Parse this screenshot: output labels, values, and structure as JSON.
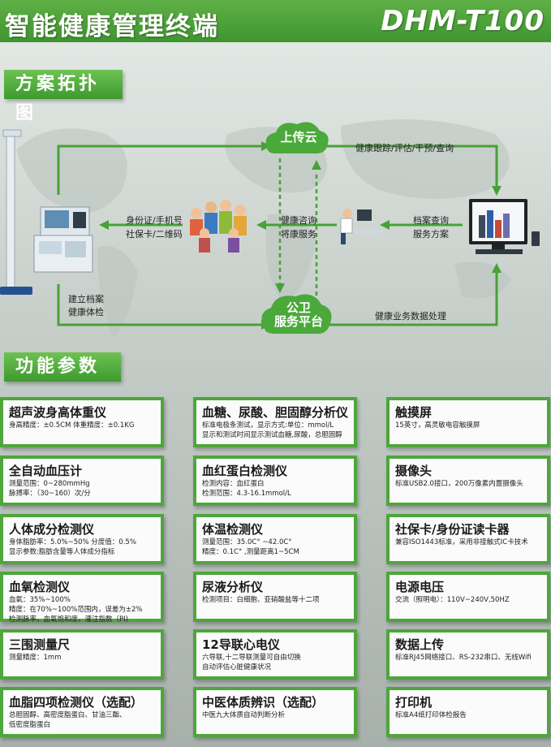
{
  "header": {
    "title": "智能健康管理终端",
    "model": "DHM-T100"
  },
  "section1": {
    "title": "方案拓扑图"
  },
  "section2": {
    "title": "功能参数"
  },
  "topology": {
    "cloud_upload": "上传云",
    "cloud_public_line1": "公卫",
    "cloud_public_line2": "服务平台",
    "label_tracking": "健康跟踪/评估/干预/查询",
    "label_id_line1": "身份证/手机号",
    "label_id_line2": "社保卡/二维码",
    "label_consult_line1": "健康咨询",
    "label_consult_line2": "将康服务",
    "label_archive_line1": "档案查询",
    "label_archive_line2": "服务方案",
    "label_checkup_line1": "建立档案",
    "label_checkup_line2": "健康体检",
    "label_business": "健康业务数据处理"
  },
  "cards": [
    {
      "title": "超声波身高体重仪",
      "lines": [
        "身高精度：±0.5CM 体重精度：±0.1KG"
      ]
    },
    {
      "title": "血糖、尿酸、胆固醇分析仪",
      "lines": [
        "标准电极条测试，显示方式:单位：mmol/L",
        "显示和测试时间显示测试血糖,尿酸，总胆固醇"
      ]
    },
    {
      "title": "触摸屏",
      "lines": [
        "15英寸，高灵敏电容触摸屏"
      ]
    },
    {
      "title": "全自动血压计",
      "lines": [
        "测量范围：0~280mmHg",
        "脉搏率：（30~160）次/分"
      ]
    },
    {
      "title": "血红蛋白检测仪",
      "lines": [
        "检测内容：血红蛋白",
        "检测范围：4.3-16.1mmol/L"
      ]
    },
    {
      "title": "摄像头",
      "lines": [
        "标准USB2.0接口，200万像素内置摄像头"
      ]
    },
    {
      "title": "人体成分检测仪",
      "lines": [
        "身体脂肪率：5.0%~50% 分度值：0.5%",
        "显示参数:脂肪含量等人体成分指标"
      ]
    },
    {
      "title": "体温检测仪",
      "lines": [
        "测量范围：35.0C° ~42.0C°",
        "精度：0.1C° ,测量距离1~5CM"
      ]
    },
    {
      "title": "社保卡/身份证读卡器",
      "lines": [
        "兼容ISO1443标准，采用非接触式IC卡技术"
      ]
    },
    {
      "title": "血氧检测仪",
      "lines": [
        "血氧：35%~100%",
        "精度：在70%~100%范围内，误差为±2%",
        "检测脉率，血氧饱和度，灌注指数（PI)"
      ]
    },
    {
      "title": "尿液分析仪",
      "lines": [
        "检测项目：白细胞、亚硝酸盐等十二项"
      ]
    },
    {
      "title": "电源电压",
      "lines": [
        "交流（照明电）：110V~240V,50HZ"
      ]
    },
    {
      "title": "三围测量尺",
      "lines": [
        "测量精度：1mm"
      ]
    },
    {
      "title": "12导联心电仪",
      "lines": [
        "六导联,十二导联测量可自由切换",
        "自动评估心脏健康状况"
      ]
    },
    {
      "title": "数据上传",
      "lines": [
        "标准RJ45网络接口、RS-232串口、无线Wifi"
      ]
    },
    {
      "title": "血脂四项检测仪（选配）",
      "lines": [
        "总胆固醇、高密度脂蛋白、甘油三酯、",
        "低密度脂蛋白"
      ]
    },
    {
      "title": "中医体质辨识（选配）",
      "lines": [
        "中医九大体质自动判断分析"
      ]
    },
    {
      "title": "打印机",
      "lines": [
        "标准A4纸打印体检报告"
      ]
    }
  ],
  "colors": {
    "accent": "#4ea63c",
    "header": "#4aa23a"
  }
}
